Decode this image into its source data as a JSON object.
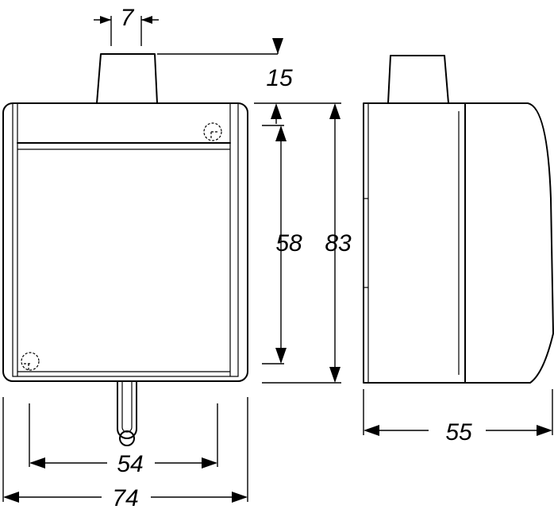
{
  "dimensions": {
    "cap_width": "7",
    "cap_height": "15",
    "inner_height": "58",
    "total_height": "83",
    "side_depth": "55",
    "inner_width": "54",
    "total_width": "74"
  }
}
